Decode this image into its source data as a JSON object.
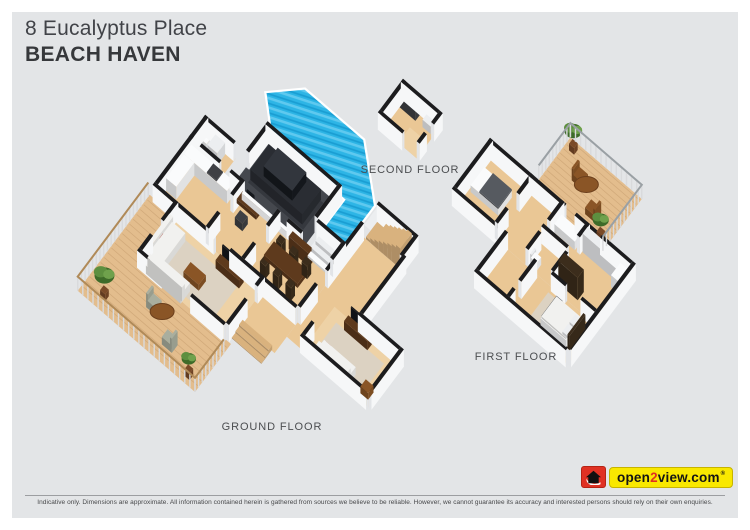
{
  "header": {
    "address_line": "8 Eucalyptus Place",
    "suburb_line": "BEACH HAVEN"
  },
  "floor_labels": {
    "second": "SECOND FLOOR",
    "first": "FIRST FLOOR",
    "ground": "GROUND FLOOR"
  },
  "footer": {
    "disclaimer": "Indicative only. Dimensions are approximate. All information contained herein is gathered from sources we believe to be reliable. However, we cannot guarantee its accuracy and interested persons should rely on their own enquiries.",
    "logo": {
      "house_icon": "house-icon",
      "open": "open",
      "two": "2",
      "view": "view.com",
      "registered_mark": "®"
    }
  },
  "palette": {
    "bg": "#e3e5e7",
    "page": "#ffffff",
    "title_color": "#414348",
    "label_color": "#4c4e51",
    "divider": "#9c9ea1",
    "wall_top": "#1c1c1e",
    "wall_light": "#f6f7f8",
    "wall_shade": "#e2e4e7",
    "wood": "#eac795",
    "wood_light": "#eed2a6",
    "deck": "#e3bd8d",
    "deck_line": "#c9a172",
    "rug": "#dcd2c2",
    "pool": "#2db5e6",
    "pool_light": "#5fc9ef",
    "pool_dark": "#1a9ed3",
    "garage": "#45484e",
    "car_body": "#2a2d33",
    "car_glass": "#14171c",
    "sofa": "#f1f1ef",
    "cushion": "#a83226",
    "wood_dark": "#5e3a1d",
    "wood_mid": "#8a5526",
    "table_dark": "#3c2d1c",
    "stair": "#d9b27e",
    "light": "#eceef0",
    "white": "#fafbfc",
    "plant": "#5d8f3f",
    "plant_dark": "#3e6b29",
    "pot": "#7a4a28",
    "rail": "#d9dadc",
    "rail_top": "#b08a58",
    "rail_top_metal": "#9aa0a4",
    "bed_blanket": "#565a60",
    "dark_unit": "#3f4044",
    "logo_red": "#e03123",
    "logo_yellow": "#f9e800"
  }
}
